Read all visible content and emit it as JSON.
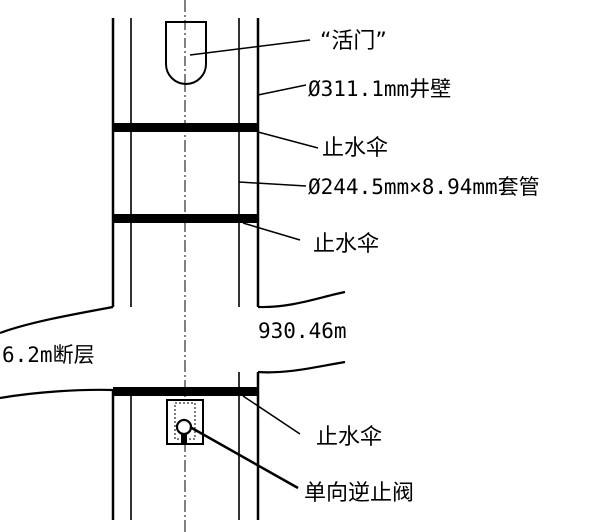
{
  "labels": {
    "valve": "“活门”",
    "borehole_wall": "Ø311.1mm井壁",
    "umbrella_1": "止水伞",
    "casing": "Ø244.5mm×8.94mm套管",
    "umbrella_2": "止水伞",
    "depth": "930.46m",
    "fault": "6.2m断层",
    "umbrella_3": "止水伞",
    "check_valve": "单向逆止阀"
  },
  "colors": {
    "line": "#000000",
    "background": "#ffffff"
  }
}
